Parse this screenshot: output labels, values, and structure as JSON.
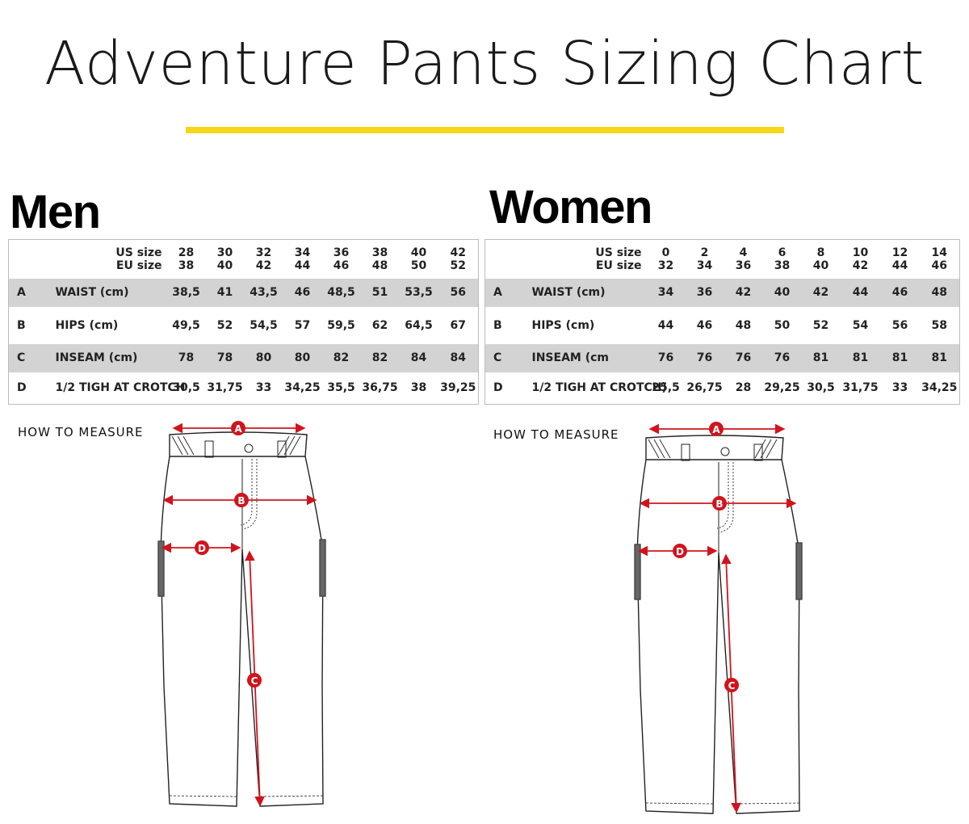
{
  "title": "Adventure Pants Sizing Chart",
  "colors": {
    "accent_yellow": "#f4d71a",
    "measure_red": "#d0141d",
    "row_shade": "#d3d3d3"
  },
  "men": {
    "heading": "Men",
    "us_label": "US size",
    "eu_label": "EU size",
    "us_sizes": [
      "28",
      "30",
      "32",
      "34",
      "36",
      "38",
      "40",
      "42"
    ],
    "eu_sizes": [
      "38",
      "40",
      "42",
      "44",
      "46",
      "48",
      "50",
      "52"
    ],
    "rows": [
      {
        "letter": "A",
        "label": "WAIST (cm)",
        "values": [
          "38,5",
          "41",
          "43,5",
          "46",
          "48,5",
          "51",
          "53,5",
          "56"
        ]
      },
      {
        "letter": "B",
        "label": "HIPS (cm)",
        "values": [
          "49,5",
          "52",
          "54,5",
          "57",
          "59,5",
          "62",
          "64,5",
          "67"
        ]
      },
      {
        "letter": "C",
        "label": "INSEAM (cm)",
        "values": [
          "78",
          "78",
          "80",
          "80",
          "82",
          "82",
          "84",
          "84"
        ]
      },
      {
        "letter": "D",
        "label": "1/2 TIGH AT CROTCH",
        "values": [
          "30,5",
          "31,75",
          "33",
          "34,25",
          "35,5",
          "36,75",
          "38",
          "39,25"
        ]
      }
    ],
    "how_to_measure": "HOW TO MEASURE"
  },
  "women": {
    "heading": "Women",
    "us_label": "US size",
    "eu_label": "EU size",
    "us_sizes": [
      "0",
      "2",
      "4",
      "6",
      "8",
      "10",
      "12",
      "14"
    ],
    "eu_sizes": [
      "32",
      "34",
      "36",
      "38",
      "40",
      "42",
      "44",
      "46"
    ],
    "rows": [
      {
        "letter": "A",
        "label": "WAIST (cm)",
        "values": [
          "34",
          "36",
          "42",
          "40",
          "42",
          "44",
          "46",
          "48"
        ]
      },
      {
        "letter": "B",
        "label": "HIPS (cm)",
        "values": [
          "44",
          "46",
          "48",
          "50",
          "52",
          "54",
          "56",
          "58"
        ]
      },
      {
        "letter": "C",
        "label": "INSEAM (cm",
        "values": [
          "76",
          "76",
          "76",
          "76",
          "81",
          "81",
          "81",
          "81"
        ]
      },
      {
        "letter": "D",
        "label": "1/2 TIGH AT CROTCH)",
        "values": [
          "25,5",
          "26,75",
          "28",
          "29,25",
          "30,5",
          "31,75",
          "33",
          "34,25"
        ]
      }
    ],
    "how_to_measure": "HOW TO MEASURE"
  },
  "diagram_markers": {
    "a": "A",
    "b": "B",
    "c": "C",
    "d": "D"
  }
}
